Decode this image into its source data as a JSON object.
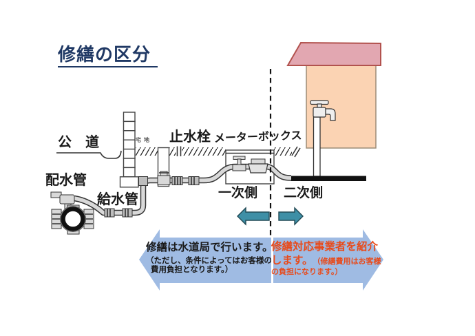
{
  "title": "修繕の区分",
  "colors": {
    "title": "#1f3864",
    "banner": "#9fbbe3",
    "teal": "#3e8fa6",
    "teal_edge": "#224a55",
    "red": "#e84a1a",
    "roof": "#e2a7b1",
    "roof_edge": "#b2524e",
    "wall": "#fbd3b3",
    "wall_edge": "#9c8b76",
    "ink": "#1a1a1a"
  },
  "diagram": {
    "labels": {
      "public_road": "公　道",
      "private_lot": "宅地",
      "stop_valve": "止水栓",
      "meter_box": "メーターボックス",
      "distribution_pipe": "配水管",
      "supply_pipe": "給水管",
      "primary_side": "一次側",
      "secondary_side": "二次側"
    }
  },
  "banners": {
    "left": {
      "heading": "修繕は水道局で行います。",
      "note_line1": "（ただし、条件によってはお客様の",
      "note_line2": "費用負担となります。）"
    },
    "right": {
      "heading_line1": "修繕対応事業者を紹介",
      "heading_line2": "します。",
      "note_line1": "（修繕費用はお客様",
      "note_line2": "の負担になります。）"
    }
  }
}
